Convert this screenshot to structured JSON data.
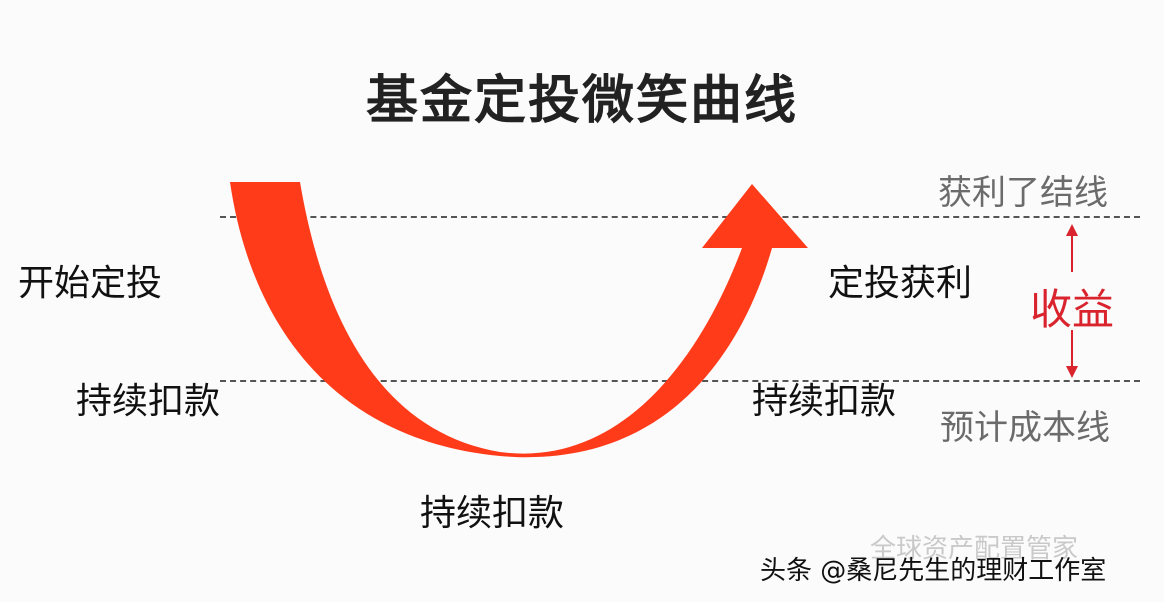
{
  "title": "基金定投微笑曲线",
  "lines": {
    "profit_line": "获利了结线",
    "cost_line": "预计成本线"
  },
  "labels": {
    "start": "开始定投",
    "left_deduct": "持续扣款",
    "bottom_deduct": "持续扣款",
    "right_deduct": "持续扣款",
    "profit": "定投获利",
    "gain": "收益"
  },
  "watermark": {
    "main": "头条 @桑尼先生的理财工作室",
    "faded": "全球资产配置管家"
  },
  "colors": {
    "arrow": "#ff3b1a",
    "gain": "#d9232d",
    "dash": "#555555"
  }
}
